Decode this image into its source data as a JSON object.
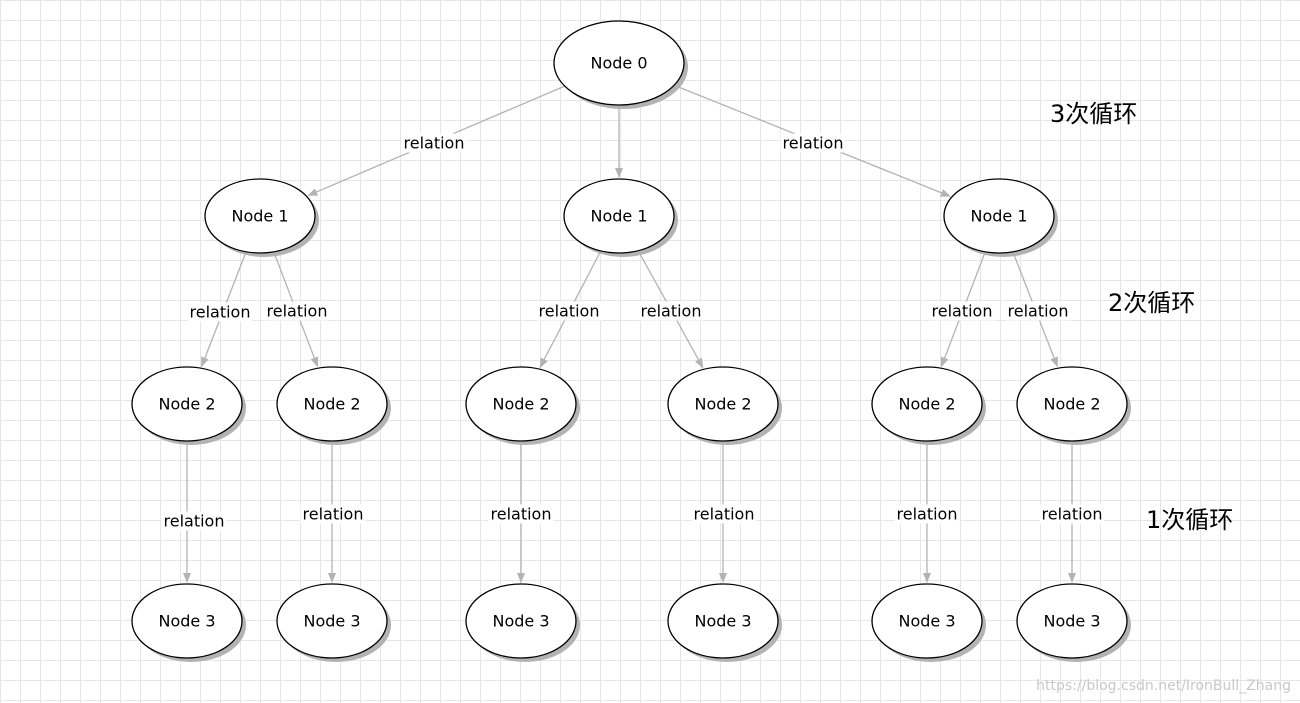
{
  "nodes": [
    {
      "id": "n0",
      "label": "Node 0"
    },
    {
      "id": "n1a",
      "label": "Node 1"
    },
    {
      "id": "n1b",
      "label": "Node 1"
    },
    {
      "id": "n1c",
      "label": "Node 1"
    },
    {
      "id": "n2a",
      "label": "Node 2"
    },
    {
      "id": "n2b",
      "label": "Node 2"
    },
    {
      "id": "n2c",
      "label": "Node 2"
    },
    {
      "id": "n2d",
      "label": "Node 2"
    },
    {
      "id": "n2e",
      "label": "Node 2"
    },
    {
      "id": "n2f",
      "label": "Node 2"
    },
    {
      "id": "n3a",
      "label": "Node 3"
    },
    {
      "id": "n3b",
      "label": "Node 3"
    },
    {
      "id": "n3c",
      "label": "Node 3"
    },
    {
      "id": "n3d",
      "label": "Node 3"
    },
    {
      "id": "n3e",
      "label": "Node 3"
    },
    {
      "id": "n3f",
      "label": "Node 3"
    }
  ],
  "edges": [
    {
      "from": "n0",
      "to": "n1a",
      "label": "relation"
    },
    {
      "from": "n0",
      "to": "n1b",
      "label": ""
    },
    {
      "from": "n0",
      "to": "n1c",
      "label": "relation"
    },
    {
      "from": "n1a",
      "to": "n2a",
      "label": "relation"
    },
    {
      "from": "n1a",
      "to": "n2b",
      "label": "relation"
    },
    {
      "from": "n1b",
      "to": "n2c",
      "label": "relation"
    },
    {
      "from": "n1b",
      "to": "n2d",
      "label": "relation"
    },
    {
      "from": "n1c",
      "to": "n2e",
      "label": "relation"
    },
    {
      "from": "n1c",
      "to": "n2f",
      "label": "relation"
    },
    {
      "from": "n2a",
      "to": "n3a",
      "label": "relation"
    },
    {
      "from": "n2b",
      "to": "n3b",
      "label": "relation"
    },
    {
      "from": "n2c",
      "to": "n3c",
      "label": "relation"
    },
    {
      "from": "n2d",
      "to": "n3d",
      "label": "relation"
    },
    {
      "from": "n2e",
      "to": "n3e",
      "label": "relation"
    },
    {
      "from": "n2f",
      "to": "n3f",
      "label": "relation"
    }
  ],
  "loop_labels": {
    "loop3": "3次循环",
    "loop2": "2次循环",
    "loop1": "1次循环"
  },
  "watermark": "https://blog.csdn.net/IronBull_Zhang",
  "colors": {
    "node_fill": "#ffffff",
    "node_stroke": "#000000",
    "edge": "#b3b3b3",
    "grid": "#e6e6e6"
  }
}
